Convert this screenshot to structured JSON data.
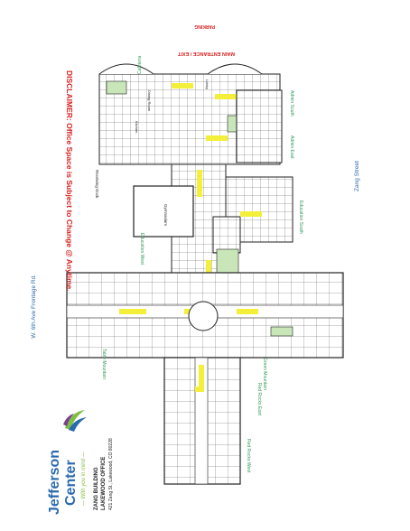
{
  "header": {
    "parking": "PARKING",
    "main_entrance": "MAIN ENTRANCE / EXIT"
  },
  "disclaimer": "DISCLAIMER: Office Space is Subject to Change @ Anytime.",
  "streets": {
    "left": "W. 6th Ave Frontage Rd.",
    "right": "Zang Street"
  },
  "wings": {
    "cafeteria": "Cafeteria",
    "admin_south": "Admin South",
    "admin_east": "Admin East",
    "education_south": "Education South",
    "education_west": "Education West",
    "table_mountain": "Table Mountain",
    "green_mountain": "Green Mountain",
    "red_rocks_east": "Red Rocks East",
    "red_rocks_west": "Red Rocks West"
  },
  "rooms": {
    "gymnasium": "Gymnasium",
    "receiving_dock": "Receiving Dock",
    "kitchen": "Kitchen",
    "dining_room": "Dining Room",
    "lobby": "Lobby"
  },
  "brand": {
    "name_line1": "Jefferson",
    "name_line2": "Center",
    "tagline": "— With you in mind —",
    "building": "ZANG BUILDING",
    "office": "LAKEWOOD OFFICE",
    "address": "421 Zang St., Lakewood, CO 80228"
  },
  "colors": {
    "wall": "#222222",
    "highlight_yellow": "#f4ef3a",
    "highlight_green": "#c8e6b8",
    "red_text": "#d81e1e",
    "green_text": "#2f9a57",
    "blue_text": "#2a6ab0",
    "logo_blue": "#2a6ab0",
    "logo_green": "#7fbf41",
    "logo_purple": "#7a3f93"
  }
}
